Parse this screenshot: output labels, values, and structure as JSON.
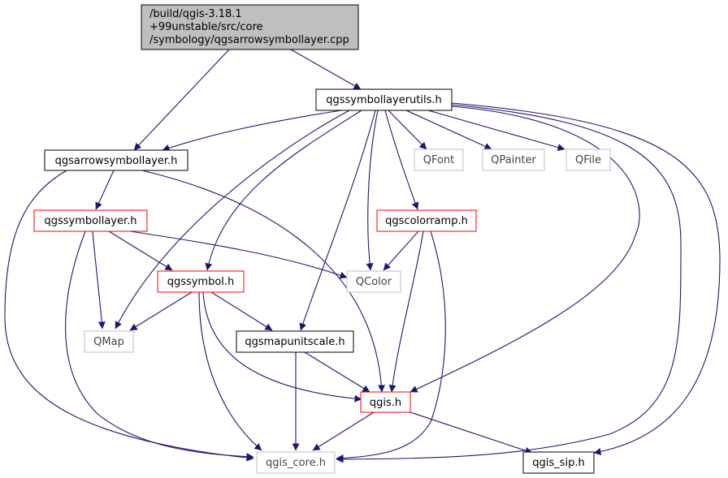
{
  "colors": {
    "edge": "#191970",
    "root_fill": "#bfbfbf",
    "border_black": "#000000",
    "border_red": "#ff0000",
    "border_gray": "#bfbfbf",
    "node_fill": "#ffffff"
  },
  "nodes": {
    "root": {
      "lines": [
        "/build/qgis-3.18.1",
        "+99unstable/src/core",
        "/symbology/qgsarrowsymbollayer.cpp"
      ]
    },
    "qgssymbollayerutils": {
      "label": "qgssymbollayerutils.h"
    },
    "qgsarrowsymbollayer": {
      "label": "qgsarrowsymbollayer.h"
    },
    "qgssymbollayer": {
      "label": "qgssymbollayer.h"
    },
    "qgscolorramp": {
      "label": "qgscolorramp.h"
    },
    "qgssymbol": {
      "label": "qgssymbol.h"
    },
    "qgsmapunitscale": {
      "label": "qgsmapunitscale.h"
    },
    "qgis": {
      "label": "qgis.h"
    },
    "qgis_core": {
      "label": "qgis_core.h"
    },
    "qgis_sip": {
      "label": "qgis_sip.h"
    },
    "qfont": {
      "label": "QFont"
    },
    "qpainter": {
      "label": "QPainter"
    },
    "qfile": {
      "label": "QFile"
    },
    "qcolor": {
      "label": "QColor"
    },
    "qmap": {
      "label": "QMap"
    }
  }
}
